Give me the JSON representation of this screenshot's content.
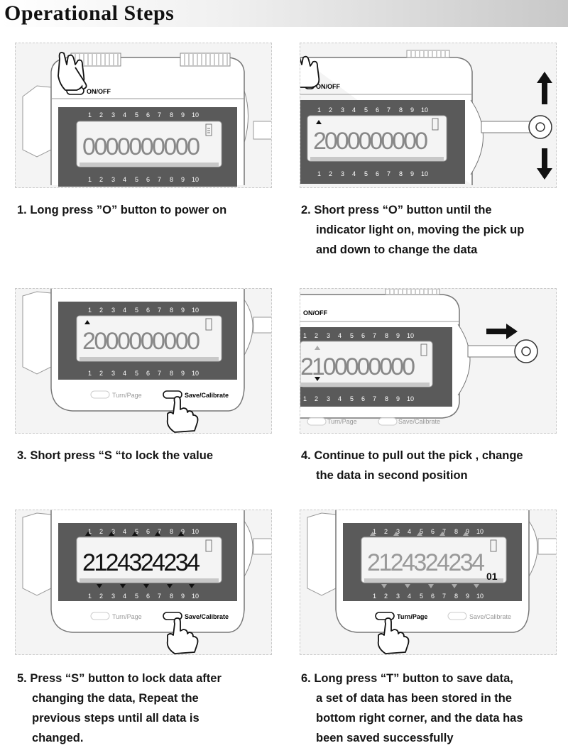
{
  "title": "Operational Steps",
  "lcd": {
    "digit_numbers": [
      "1",
      "2",
      "3",
      "4",
      "5",
      "6",
      "7",
      "8",
      "9",
      "10"
    ],
    "blank_reading": "0000000000",
    "step2_reading": "2000000000",
    "step4_reading": "2100000000",
    "full_reading": "2124324234",
    "stored_index": "01"
  },
  "buttons": {
    "on_off": "ON/OFF",
    "turn_page": "Turn/Page",
    "save_calibrate": "Save/Calibrate"
  },
  "steps": [
    {
      "line1": "1. Long press ”O” button to power on",
      "line2": ""
    },
    {
      "line1": "2. Short press “O” button until the",
      "line2": "indicator light on, moving the pick up",
      "line3": "and down to change the data"
    },
    {
      "line1": "3. Short press “S “to lock the value",
      "line2": ""
    },
    {
      "line1": "4. Continue to pull out the pick , change",
      "line2": "the data in second position"
    },
    {
      "line1": "5. Press “S” button to lock data after",
      "line2": "changing the data, Repeat the",
      "line3": "previous steps until all data is",
      "line4": "changed."
    },
    {
      "line1": "6. Long press “T” button to save data,",
      "line2": "a set of data has been stored in the",
      "line3": "bottom right corner, and the data has",
      "line4": "been saved successfully"
    }
  ]
}
